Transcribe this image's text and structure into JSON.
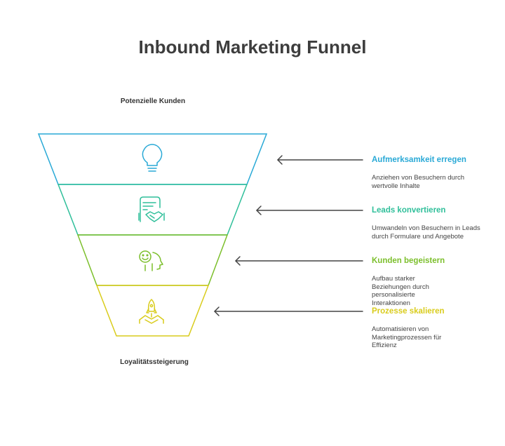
{
  "title": "Inbound Marketing Funnel",
  "top_label": "Potenzielle Kunden",
  "bottom_label": "Loyalitätssteigerung",
  "colors": {
    "blue": "#29a9d6",
    "teal": "#2fbf9a",
    "green": "#7cbf2c",
    "yellow": "#d9cc1c",
    "arrow": "#444444",
    "text": "#333333"
  },
  "stages": [
    {
      "icon": "lightbulb-icon",
      "title": "Aufmerksamkeit erregen",
      "description": "Anziehen von Besuchern durch wertvolle Inhalte"
    },
    {
      "icon": "contract-handshake-icon",
      "title": "Leads konvertieren",
      "description": "Umwandeln von Besuchern in Leads durch Formulare und Angebote"
    },
    {
      "icon": "smiling-person-icon",
      "title": "Kunden begeistern",
      "description": "Aufbau starker Beziehungen durch personalisierte Interaktionen"
    },
    {
      "icon": "rocket-launch-icon",
      "title": "Prozesse skalieren",
      "description": "Automatisieren von Marketingprozessen für Effizienz"
    }
  ]
}
